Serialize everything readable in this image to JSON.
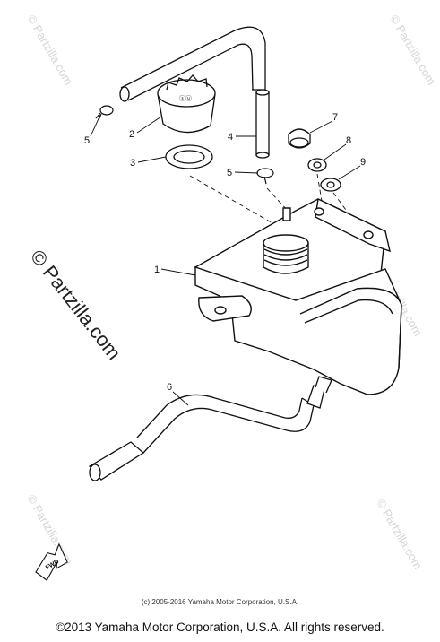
{
  "diagram": {
    "callouts": [
      "1",
      "2",
      "3",
      "4",
      "5",
      "5",
      "6",
      "7",
      "8",
      "9"
    ],
    "arrow_label": "FWD",
    "watermark": {
      "main": "© Partzilla.com",
      "small": "© Partzilla.com"
    }
  },
  "footer": {
    "small_copyright": "(c) 2005-2016 Yamaha Motor Corporation, U.S.A.",
    "main_copyright": "©2013 Yamaha Motor Corporation, U.S.A. All rights reserved."
  }
}
